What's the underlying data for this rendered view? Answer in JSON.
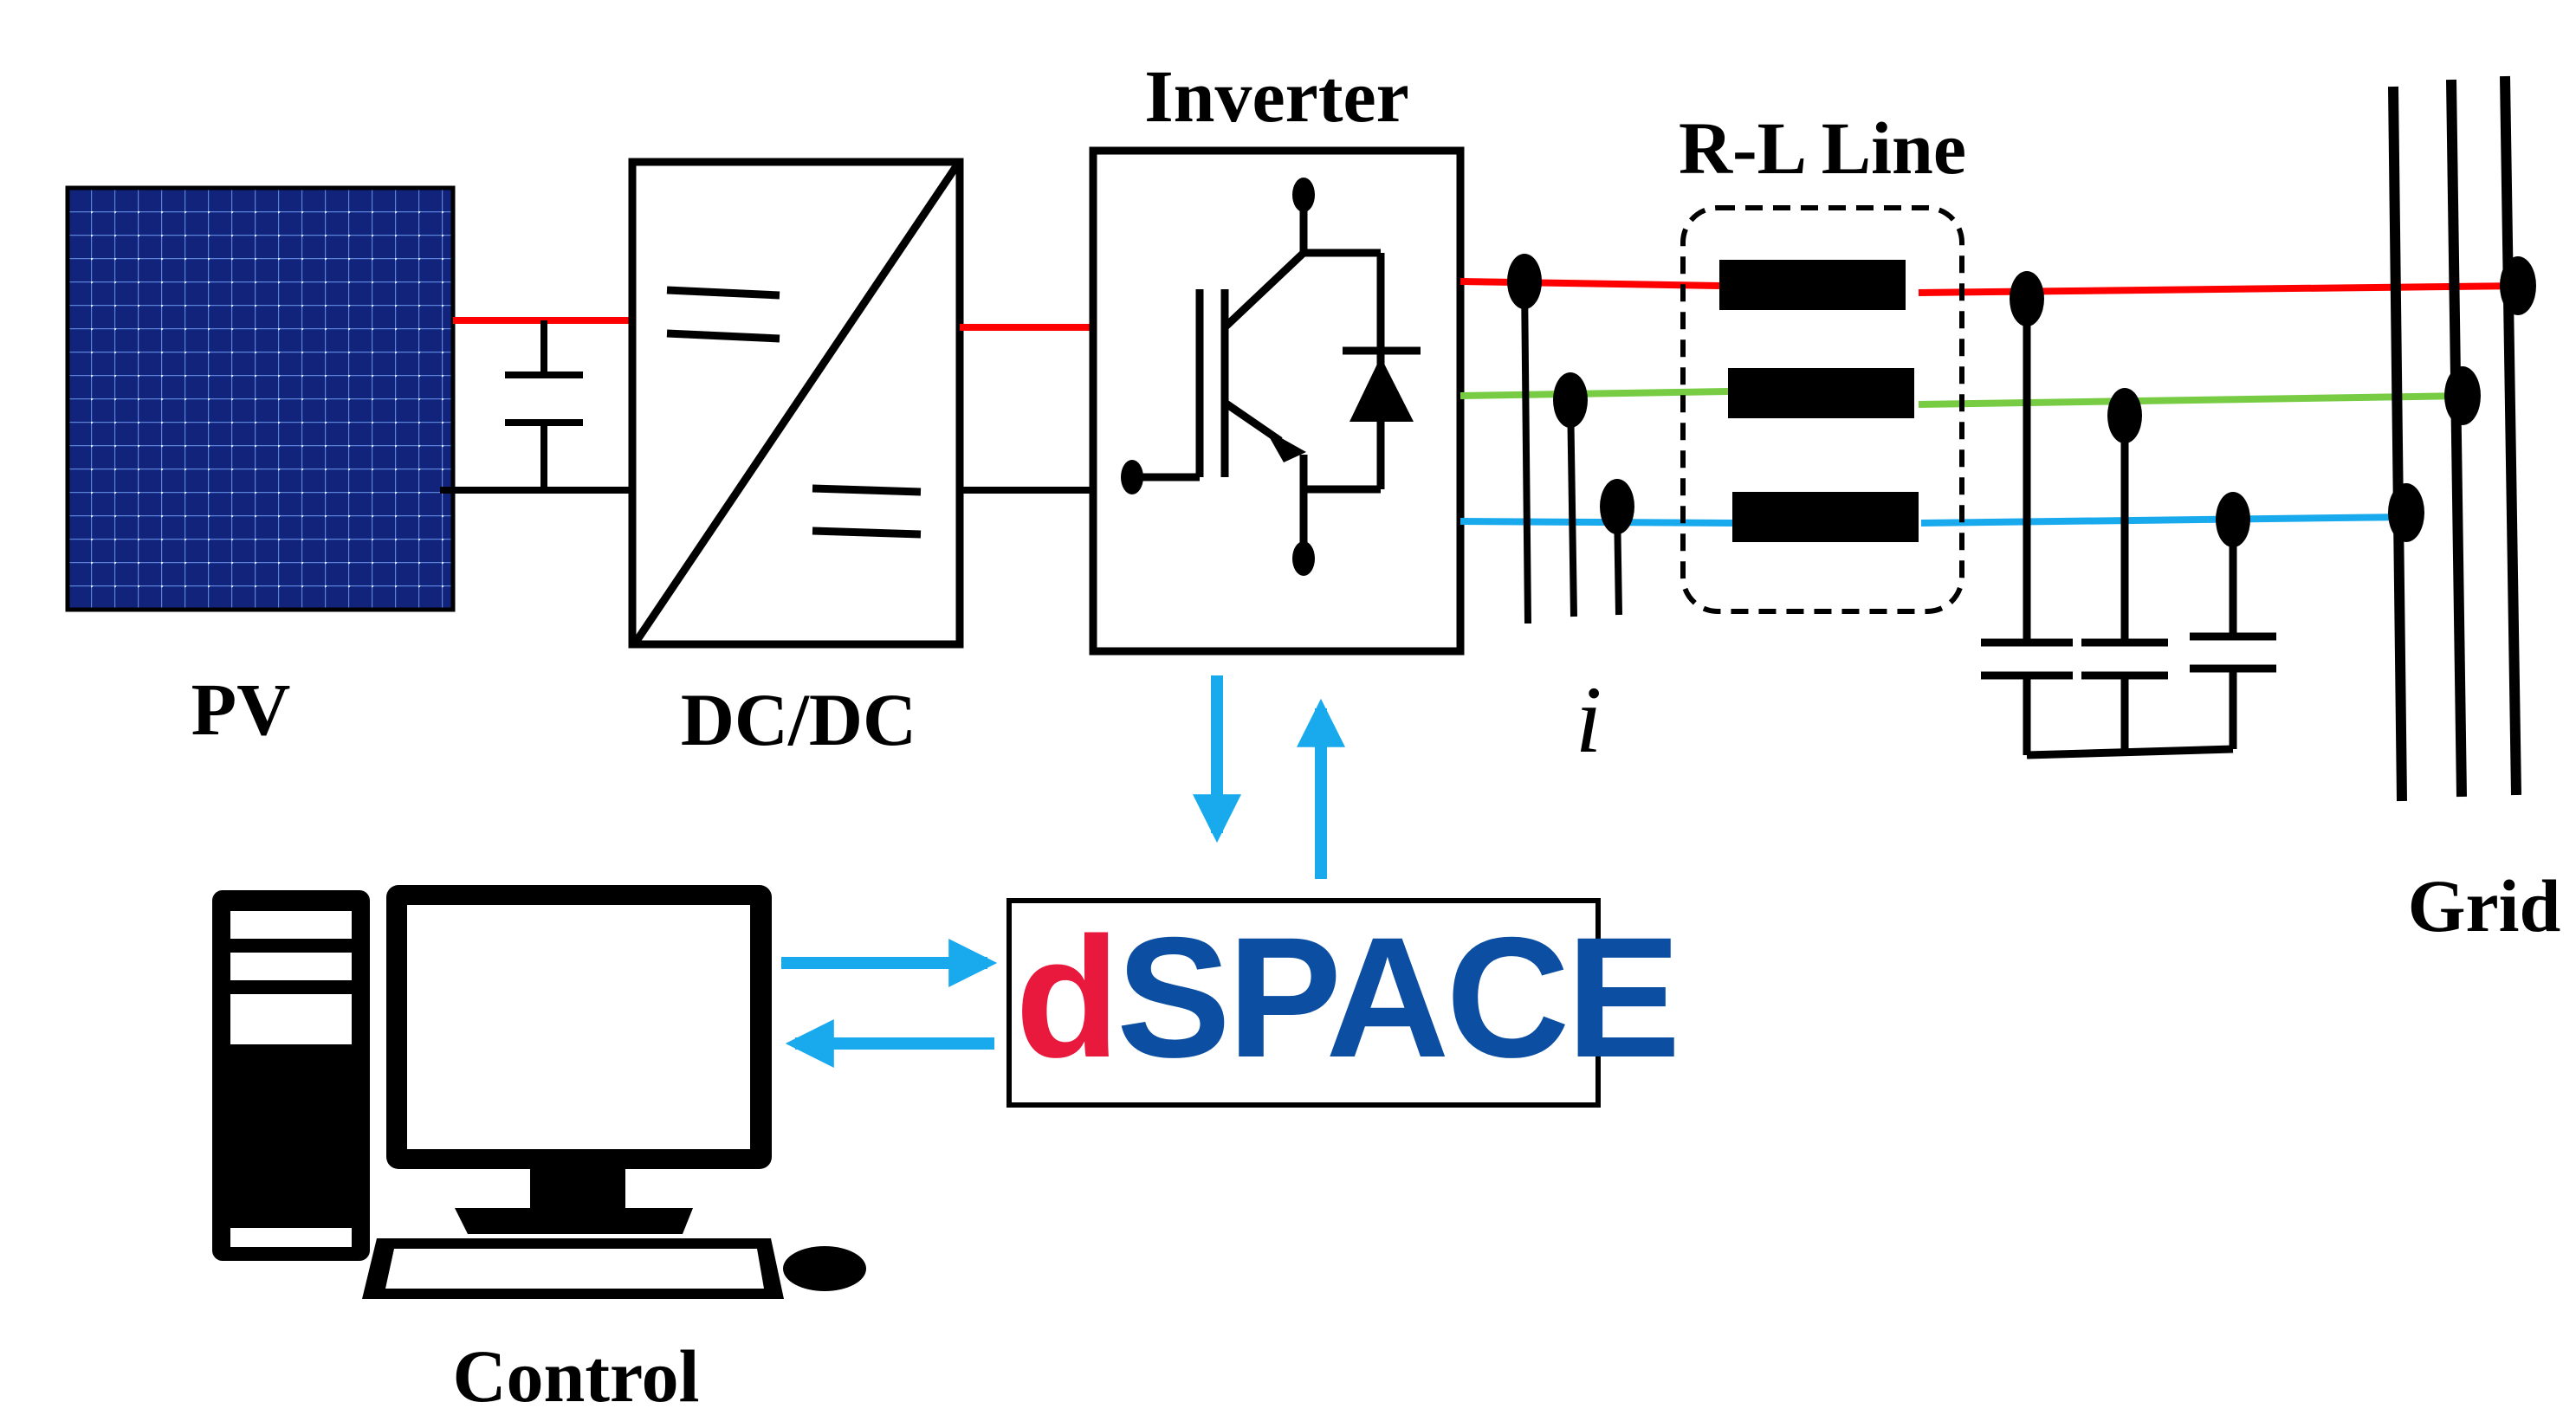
{
  "labels": {
    "pv": "PV",
    "dcdc": "DC/DC",
    "inverter": "Inverter",
    "rl_line": "R-L Line",
    "current": "i",
    "grid": "Grid",
    "control": "Control"
  },
  "logo": {
    "prefix": "d",
    "main": "SPACE",
    "prefix_color": "#e8193c",
    "main_color": "#0b4ea2"
  },
  "colors": {
    "phase_a": "#ff0000",
    "phase_b": "#77cc44",
    "phase_c": "#19aaee",
    "arrows": "#19aaee",
    "panel": "#0f2378",
    "panel_grid": "#4a70c8"
  },
  "icons": {
    "panel": "solar-panel-icon",
    "converter": "dc-dc-converter-icon",
    "switch": "igbt-diode-icon",
    "capacitor": "capacitor-icon",
    "computer": "desktop-computer-icon"
  }
}
